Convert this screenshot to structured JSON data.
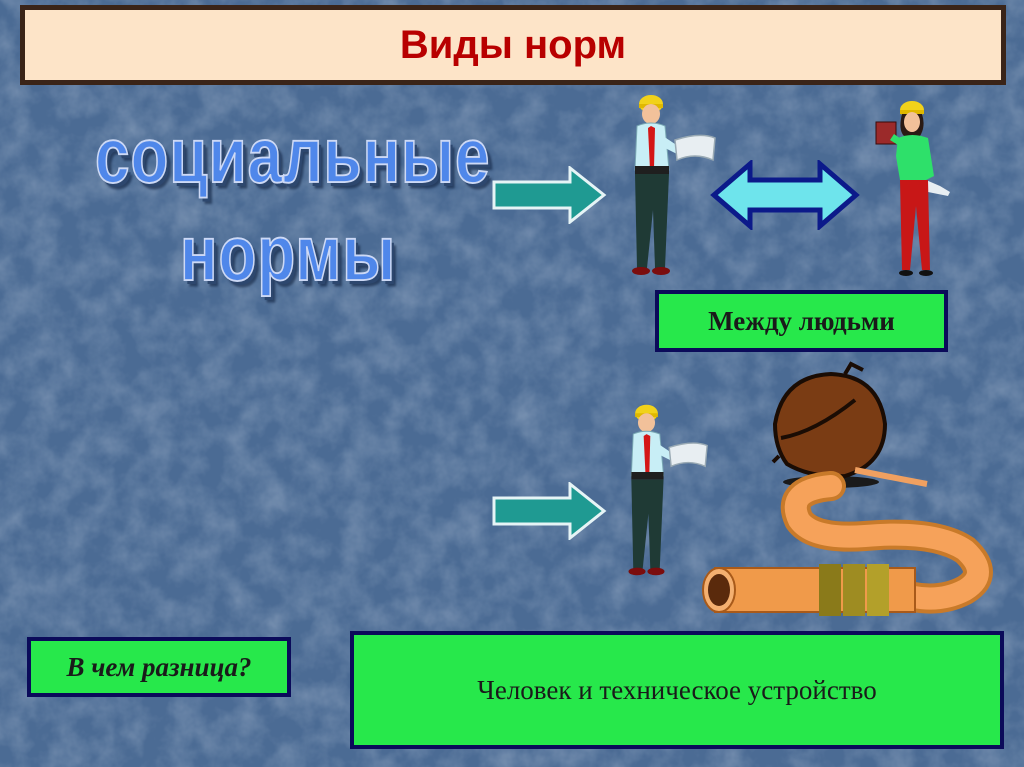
{
  "slide": {
    "title": "Виды норм",
    "wordart_lines": [
      "социальные",
      "нормы"
    ],
    "between_people_label": "Между людьми",
    "human_device_label": "Человек и техническое устройство",
    "question_label": "В чем разница?"
  },
  "colors": {
    "title_text": "#b80000",
    "title_bg": "#fde4c8",
    "green_box": "#27e84b",
    "box_border": "#0b0b5a",
    "wordart": "#4f87ea",
    "arrow_teal": "#1f9a92"
  },
  "icons": [
    "right-arrow-icon",
    "double-arrow-icon",
    "worker-man-icon",
    "worker-woman-icon",
    "pipe-tank-icon"
  ]
}
